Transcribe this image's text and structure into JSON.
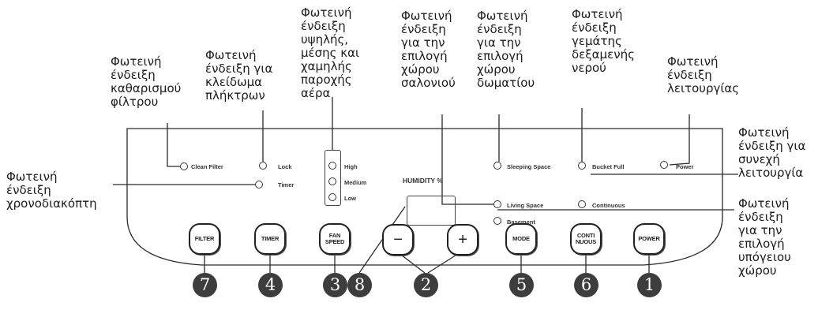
{
  "callouts": {
    "clean_filter": "Φωτεινή\nένδειξη\nκαθαρισμού\nφίλτρου",
    "lock": "Φωτεινή\nένδειξη για\nκλείδωμα\nπλήκτρων",
    "fan_speed": "Φωτεινή\nένδειξη\nυψηλής,\nμέσης και\nχαμηλής\nπαροχής\nαέρα",
    "living_space": "Φωτεινή\nένδειξη\nγια την\nεπιλογή\nχώρου\nσαλονιού",
    "sleeping_space": "Φωτεινή\nένδειξη\nγια την\nεπιλογή\nχώρου\nδωματίου",
    "bucket_full": "Φωτεινή\nένδειξη\nγεμάτης\nδεξαμενής\nνερού",
    "power": "Φωτεινή\nένδειξη\nλειτουργίας",
    "continuous": "Φωτεινή\nένδειξη για\nσυνεχή\nλειτουργία",
    "timer": "Φωτεινή\nένδειξη\nχρονοδιακόπτη",
    "basement": "Φωτεινή\nένδειξη\nγια την\nεπιλογή\nυπόγειου\nχώρου"
  },
  "panel": {
    "display_label": "HUMIDITY %",
    "leds": {
      "clean_filter": "Clean Filter",
      "lock": "Lock",
      "timer": "Timer",
      "high": "High",
      "medium": "Medium",
      "low": "Low",
      "sleeping_space": "Sleeping Space",
      "living_space": "Living Space",
      "basement": "Basement",
      "bucket_full": "Bucket Full",
      "continuous": "Continuous",
      "power": "Power"
    },
    "buttons": {
      "filter": "FILTER",
      "timer": "TIMER",
      "fan_speed": "FAN\nSPEED",
      "minus": "−",
      "plus": "+",
      "mode": "MODE",
      "continuous": "CONTI\nNUOUS",
      "power": "POWER"
    }
  },
  "numbers": {
    "filter": "7",
    "timer": "4",
    "fan_speed": "3",
    "display": "8",
    "adjust": "2",
    "mode": "5",
    "continuous": "6",
    "power": "1"
  }
}
